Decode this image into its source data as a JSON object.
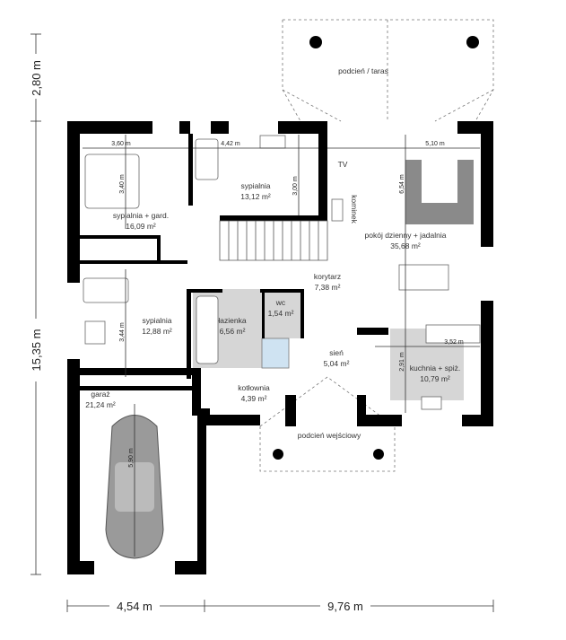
{
  "overall_dimensions": {
    "terrace_depth": "2,80 m",
    "total_depth": "15,35 m",
    "left_width": "4,54 m",
    "right_width": "9,76 m"
  },
  "rooms": [
    {
      "name": "podcień / taras",
      "area": ""
    },
    {
      "name": "sypialnia + gard.",
      "area": "16,09 m²"
    },
    {
      "name": "sypialnia",
      "area": "13,12 m²"
    },
    {
      "name": "sypialnia",
      "area": "12,88 m²"
    },
    {
      "name": "pokój dzienny + jadalnia",
      "area": "35,68 m²"
    },
    {
      "name": "korytarz",
      "area": "7,38 m²"
    },
    {
      "name": "łazienka",
      "area": "6,56 m²"
    },
    {
      "name": "wc",
      "area": "1,54 m²"
    },
    {
      "name": "sień",
      "area": "5,04 m²"
    },
    {
      "name": "kuchnia + spiż.",
      "area": "10,79 m²"
    },
    {
      "name": "kotłownia",
      "area": "4,39 m²"
    },
    {
      "name": "garaż",
      "area": "21,24 m²"
    },
    {
      "name": "podcień wejściowy",
      "area": ""
    }
  ],
  "room_dimensions": {
    "bed1_width": "3,60 m",
    "bed1_depth": "3,40 m",
    "bed2_width": "4,42 m",
    "bed2_depth": "3,00 m",
    "bed3_depth": "3,44 m",
    "living_width": "5,10 m",
    "living_depth": "6,54 m",
    "kitchen_width": "3,52 m",
    "kitchen_depth": "2,91 m",
    "garage_depth": "5,90 m"
  },
  "annotations": {
    "tv": "TV",
    "fireplace": "kominek"
  },
  "colors": {
    "wall": "#000000",
    "wet_room": "#d6d6d6",
    "shower": "#cfe3f2",
    "sofa": "#8a8a8a",
    "car": "#9a9a9a"
  }
}
